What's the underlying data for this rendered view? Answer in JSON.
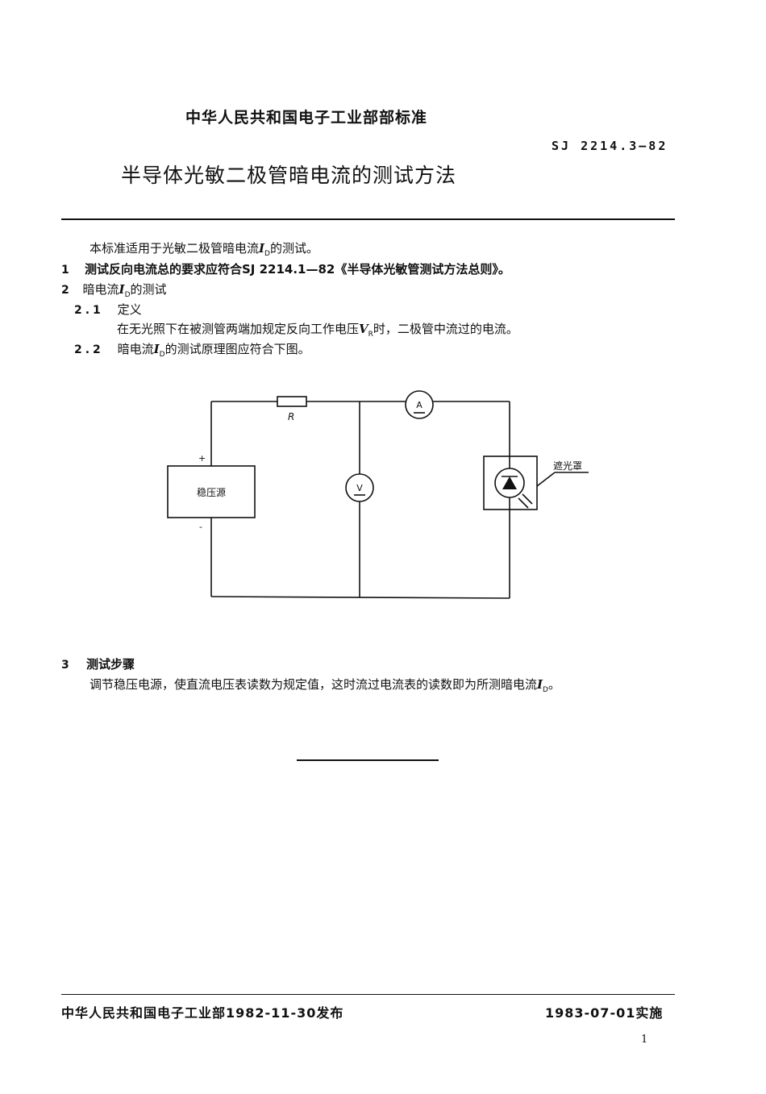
{
  "header": {
    "ministry_standard": "中华人民共和国电子工业部部标准",
    "code": "SJ 2214.3—82",
    "title": "半导体光敏二极管暗电流的测试方法"
  },
  "intro": {
    "before": "本标准适用于光敏二极管暗电流",
    "symbol": "I",
    "sub": "D",
    "after": "的测试。"
  },
  "section1": {
    "number": "1",
    "text": "测试反向电流总的要求应符合SJ 2214.1—82《半导体光敏管测试方法总则》。"
  },
  "section2": {
    "number": "2",
    "before": "暗电流",
    "symbol": "I",
    "sub": "D",
    "after": "的测试"
  },
  "section2_1": {
    "number": "2.1",
    "heading": "定义",
    "body_before": "在无光照下在被测管两端加规定反向工作电压",
    "body_symbol": "V",
    "body_sub": "R",
    "body_after": "时，二极管中流过的电流。"
  },
  "section2_2": {
    "number": "2.2",
    "before": "暗电流",
    "symbol": "I",
    "sub": "D",
    "after": "的测试原理图应符合下图。"
  },
  "diagram": {
    "resistor_label": "R",
    "ammeter_label": "A",
    "voltmeter_label": "V",
    "source_label": "稳压源",
    "plus_label": "+",
    "minus_label": "-",
    "shield_label": "遮光罩"
  },
  "section3": {
    "number": "3",
    "heading": "测试步骤",
    "body_before": "调节稳压电源，使直流电压表读数为规定值，这时流过电流表的读数即为所测暗电流",
    "body_symbol": "I",
    "body_sub": "D",
    "body_after": "。"
  },
  "footer": {
    "issued": "中华人民共和国电子工业部1982-11-30发布",
    "effective": "1983-07-01实施",
    "page_number": "1"
  }
}
